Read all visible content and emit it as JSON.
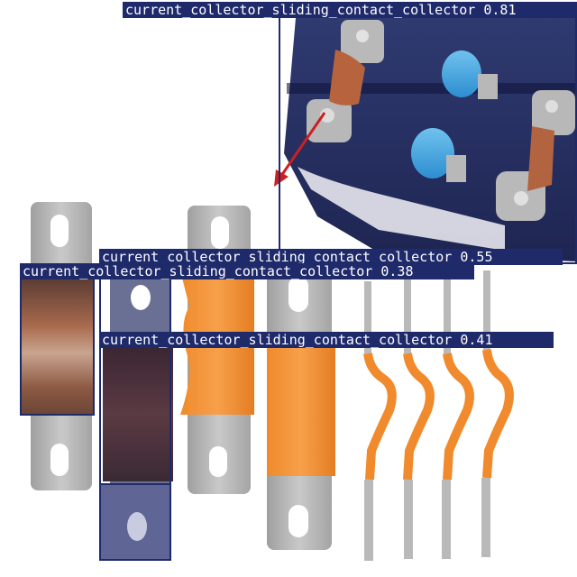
{
  "image": {
    "subject": "battery busbars / current collectors",
    "background_color": "#ffffff",
    "box_color": "#1f2a6b",
    "label_text_color": "#ffffff"
  },
  "detections": [
    {
      "label": "current_collector_sliding_contact_collector 0.81",
      "class": "current_collector_sliding_contact_collector",
      "score": 0.81
    },
    {
      "label": "current_collector_sliding_contact_collector 0.55",
      "class": "current_collector_sliding_contact_collector",
      "score": 0.55
    },
    {
      "label": "current_collector_sliding_contact_collector 0.38",
      "class": "current_collector_sliding_contact_collector",
      "score": 0.38
    },
    {
      "label": "current_collector_sliding_contact_collector 0.41",
      "class": "current_collector_sliding_contact_collector",
      "score": 0.41
    }
  ]
}
